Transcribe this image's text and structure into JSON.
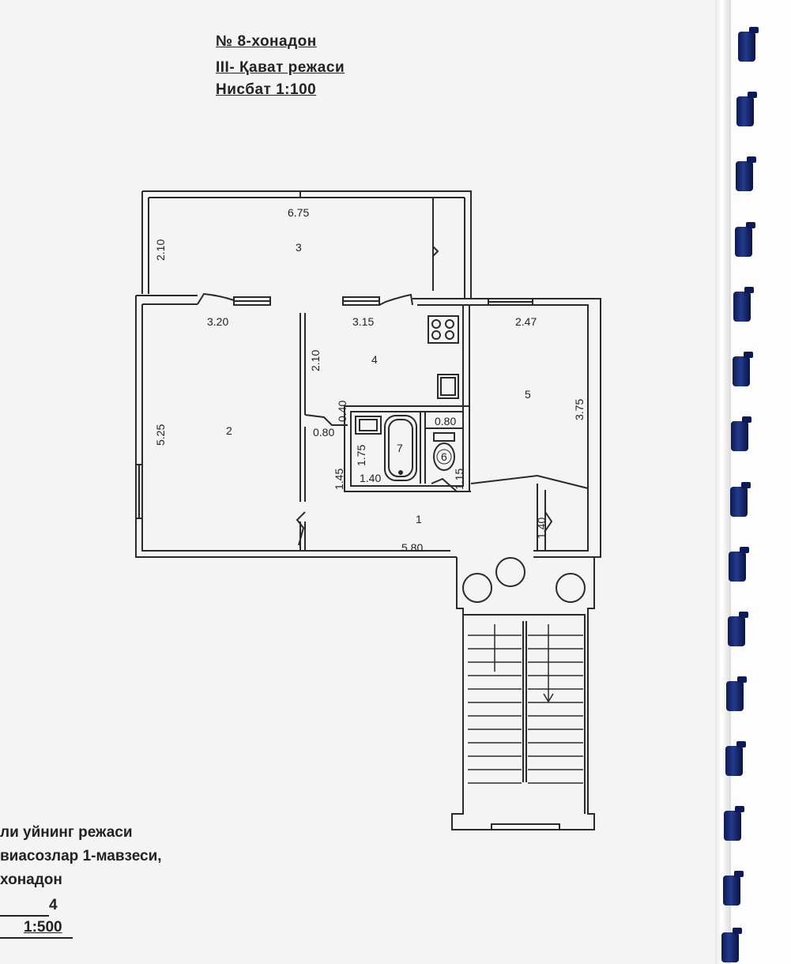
{
  "header": {
    "line1": "№ 8-хонадон",
    "line2": "III- Қават режаси",
    "line3": "Нисбат 1:100"
  },
  "plan": {
    "rooms": [
      {
        "number": "1"
      },
      {
        "number": "2"
      },
      {
        "number": "3"
      },
      {
        "number": "4"
      },
      {
        "number": "5"
      },
      {
        "number": "6"
      },
      {
        "number": "7"
      }
    ],
    "dimensions": {
      "balcony_width": "6.75",
      "balcony_depth": "2.10",
      "room2_width": "3.20",
      "room2_length": "5.25",
      "kitchen_width": "3.15",
      "kitchen_depth": "2.10",
      "room5_width": "2.47",
      "room5_length": "3.75",
      "wc_width": "0.80",
      "wc_depth": "1.15",
      "bath_depth": "1.75",
      "bath_width": "1.40",
      "bath_outer": "1.45",
      "closet_width": "0.80",
      "closet_depth": "0.40",
      "hall_width": "5.80",
      "entry_width": "1.40"
    }
  },
  "footer": {
    "line1": "ли уйнинг режаси",
    "line2": "виасозлар 1-мавзеси,",
    "line3": "хонадон",
    "line4": "4",
    "line5": "1:500"
  },
  "colors": {
    "line": "#2a2a2a",
    "paper": "#f4f4f4",
    "binding": "#1b2b6e"
  }
}
